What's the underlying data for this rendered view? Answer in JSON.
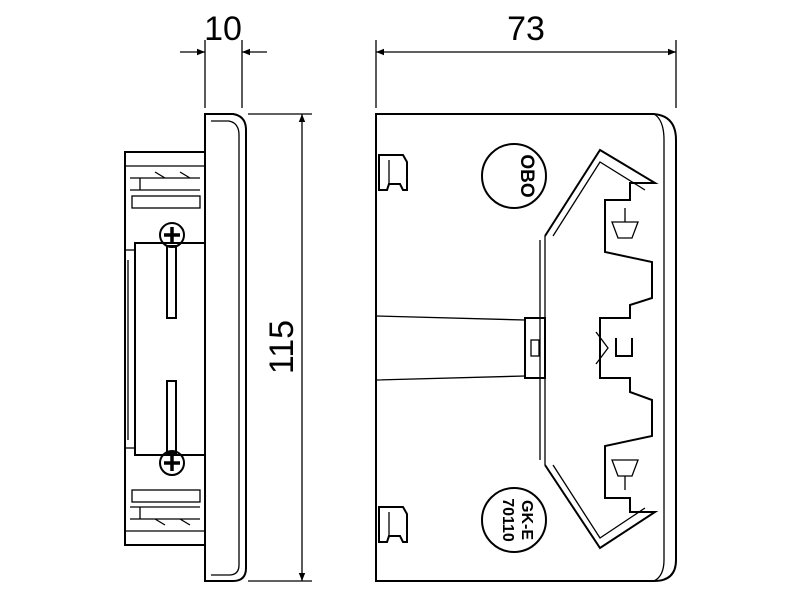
{
  "dimensions": {
    "side_thickness": "10",
    "front_width": "73",
    "height": "115"
  },
  "labels": {
    "brand": "OBO",
    "model": "GK-E",
    "part_number": "70110"
  }
}
